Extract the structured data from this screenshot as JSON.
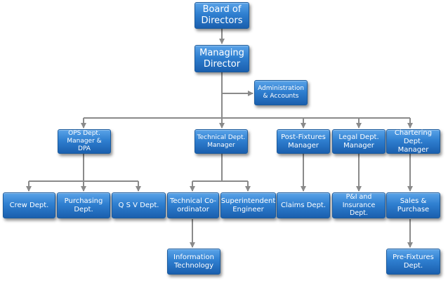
{
  "nodes": {
    "board": "Board of Directors",
    "md": "Managing Director",
    "admin": "Administration & Accounts",
    "ops": "OPS Dept. Manager & DPA",
    "tech": "Technical Dept. Manager",
    "postfix": "Post-Fixtures Manager",
    "legal": "Legal Dept. Manager",
    "charter": "Chartering Dept. Manager",
    "crew": "Crew Dept.",
    "purch": "Purchasing Dept.",
    "qsv": "Q S V Dept.",
    "techco": "Technical Co-ordinator",
    "supt": "Superintendent Engineer",
    "claims": "Claims Dept.",
    "pni": "P&I and Insurance Dept.",
    "sales": "Sales & Purchase",
    "infotech": "Information Technology",
    "prefix": "Pre-Fixtures Dept."
  },
  "colors": {
    "box": "#2f7fd0",
    "box_border": "#1b5a9c",
    "connector": "#8a8a8a",
    "text": "#ffffff"
  }
}
